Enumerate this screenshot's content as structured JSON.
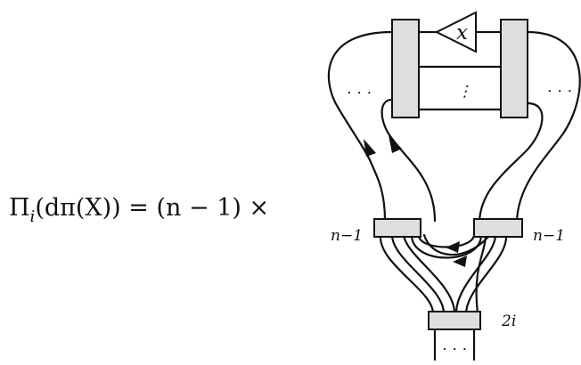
{
  "formula": {
    "lhs": "Π",
    "lhs_subscript": "i",
    "rest": "(dπ(X)) = (n − 1) ×"
  },
  "diagram": {
    "triangle_label": "x",
    "vertical_dots": "⋮",
    "left_box_label": "n−1",
    "right_box_label": "n−1",
    "bottom_box_label": "2i",
    "side_dots_left": "⋅ ⋅ ⋅",
    "side_dots_right": "⋅ ⋅ ⋅",
    "bottom_dots": "⋅ ⋅ ⋅"
  },
  "colors": {
    "stroke": "#111111",
    "box_fill": "#dedede",
    "background": "#ffffff"
  }
}
